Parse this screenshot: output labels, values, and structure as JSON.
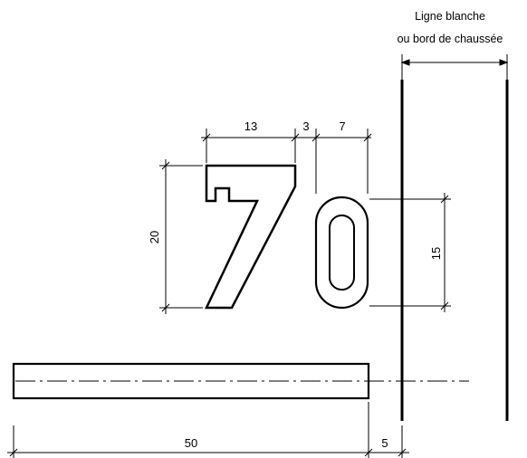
{
  "labels": {
    "line_title_1": "Ligne blanche",
    "line_title_2": "ou bord de chaussée"
  },
  "dimensions": {
    "digit7_width": "13",
    "gap": "3",
    "digit0_width": "7",
    "digit7_height": "20",
    "digit0_height": "15",
    "bar_length": "50",
    "offset": "5"
  },
  "glyphs": {
    "digit_seven": "7",
    "digit_zero": "0"
  },
  "colors": {
    "stroke": "#000000",
    "background": "#ffffff"
  }
}
